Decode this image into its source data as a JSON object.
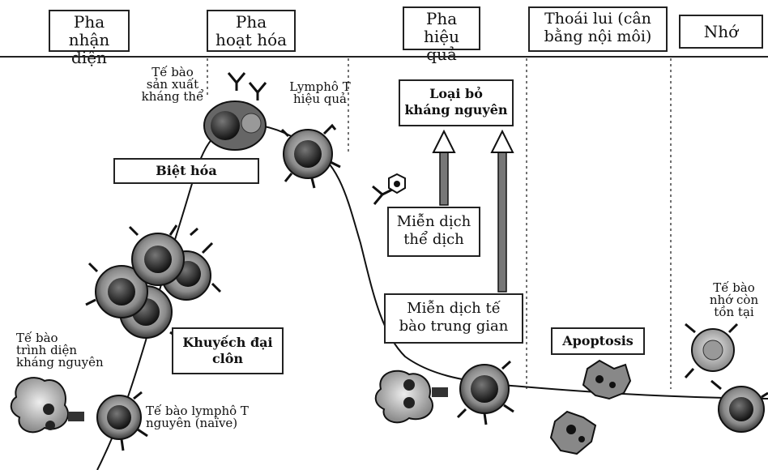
{
  "phases": [
    "Pha\nnhận diện",
    "Pha\nhoạt hóa",
    "Pha\nhiệu quả",
    "Thoái lui (cân\nbằng nội môi)",
    "Nhớ"
  ],
  "boxes": {
    "biet_hoa": "Biệt hóa",
    "loai_bo": "Loại bỏ\nkháng nguyên",
    "mien_dich_the_dich": "Miễn dịch\nthể dịch",
    "mien_dich_te_bao": "Miễn dịch tế\nbào trung gian",
    "apoptosis": "Apoptosis",
    "khuyech_dai": "Khuyếch đại\nclôn"
  },
  "labels": {
    "te_bao_san_xuat": "Tế bào\nsản xuất\nkháng thể",
    "lympho_hieu_qua": "Lymphô T\nhiệu quả",
    "te_bao_trinh_dien": "Tế bào\ntrình diện\nkháng nguyên",
    "te_bao_naive": "Tế bào lymphô T\nnguyên (naïve)",
    "te_bao_nho": "Tế bào\nnhớ còn\ntồn tại"
  }
}
